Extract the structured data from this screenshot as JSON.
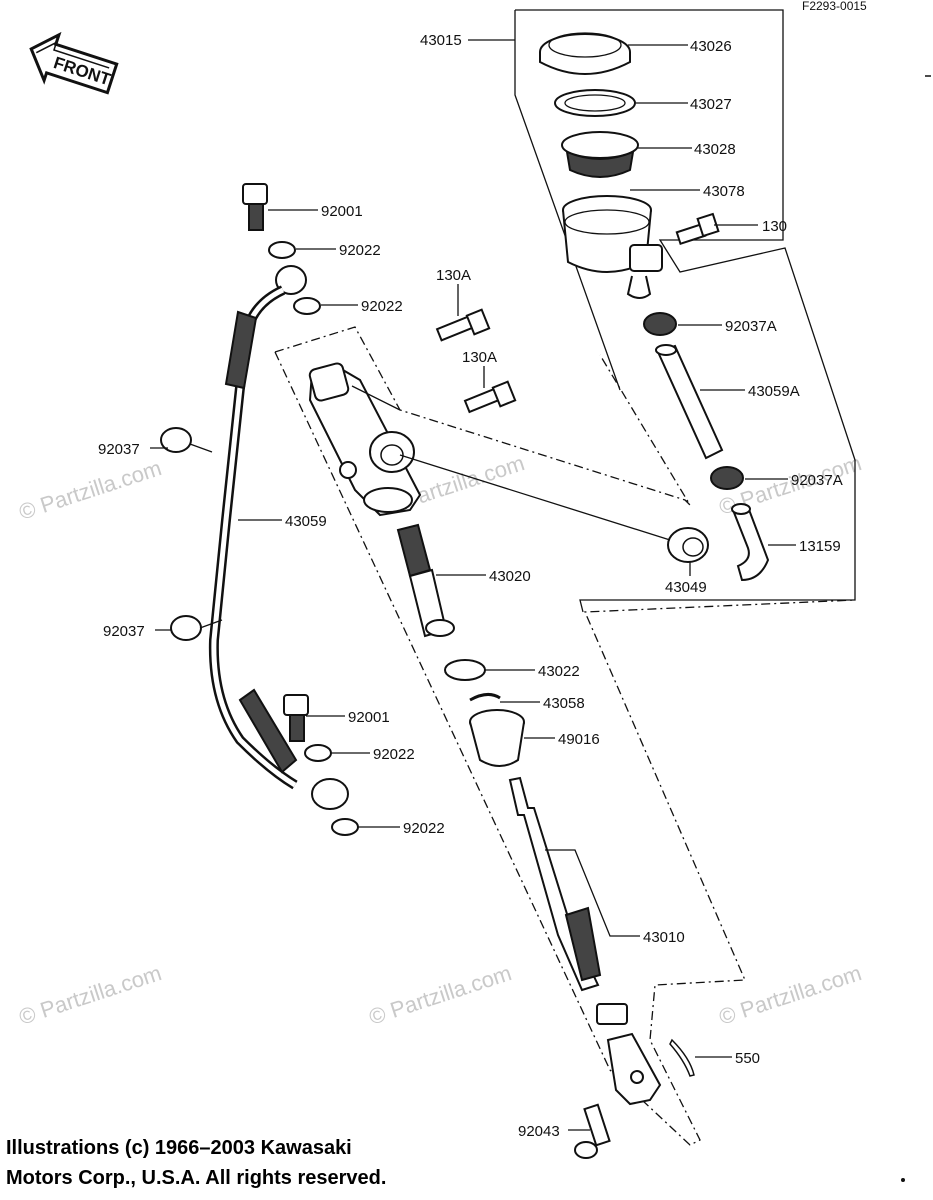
{
  "reference_code": "F2293-0015",
  "front_badge": "FRONT",
  "watermark": "© Partzilla.com",
  "labels": {
    "l43015": "43015",
    "l43026": "43026",
    "l43027": "43027",
    "l43028": "43028",
    "l43078": "43078",
    "l130": "130",
    "l92037A_1": "92037A",
    "l43059A": "43059A",
    "l92037A_2": "92037A",
    "l13159": "13159",
    "l43049": "43049",
    "l92001_1": "92001",
    "l92022_1": "92022",
    "l92022_2": "92022",
    "l130A_1": "130A",
    "l130A_2": "130A",
    "l92037_1": "92037",
    "l43059": "43059",
    "l92037_2": "92037",
    "l43020": "43020",
    "l43022": "43022",
    "l43058": "43058",
    "l49016": "49016",
    "l92001_2": "92001",
    "l92022_3": "92022",
    "l92022_4": "92022",
    "l43010": "43010",
    "l550": "550",
    "l92043": "92043"
  },
  "copyright": {
    "line1": "Illustrations (c) 1966–2003 Kawasaki",
    "line2": "Motors Corp., U.S.A.  All rights reserved."
  }
}
